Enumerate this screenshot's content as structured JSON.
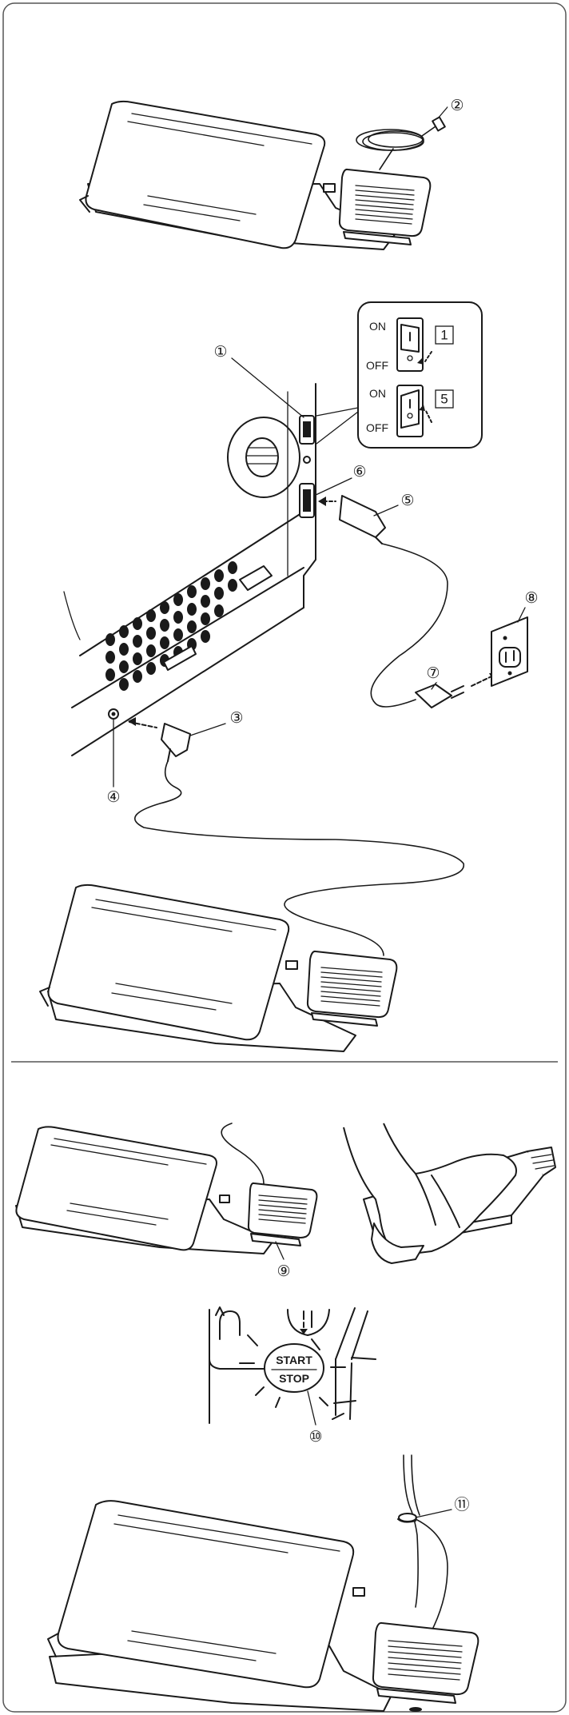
{
  "callouts": {
    "c1": "①",
    "c2": "②",
    "c3": "③",
    "c4": "④",
    "c5": "⑤",
    "c6": "⑥",
    "c7": "⑦",
    "c8": "⑧",
    "c9": "⑨",
    "c10": "⑩",
    "c11": "⑪"
  },
  "switch_inset": {
    "on_label_1": "ON",
    "off_label_1": "OFF",
    "step_1": "1",
    "on_label_2": "ON",
    "off_label_2": "OFF",
    "step_2": "5"
  },
  "button": {
    "start": "START",
    "stop": "STOP"
  },
  "colors": {
    "line": "#1a1a1a",
    "background": "#ffffff"
  }
}
